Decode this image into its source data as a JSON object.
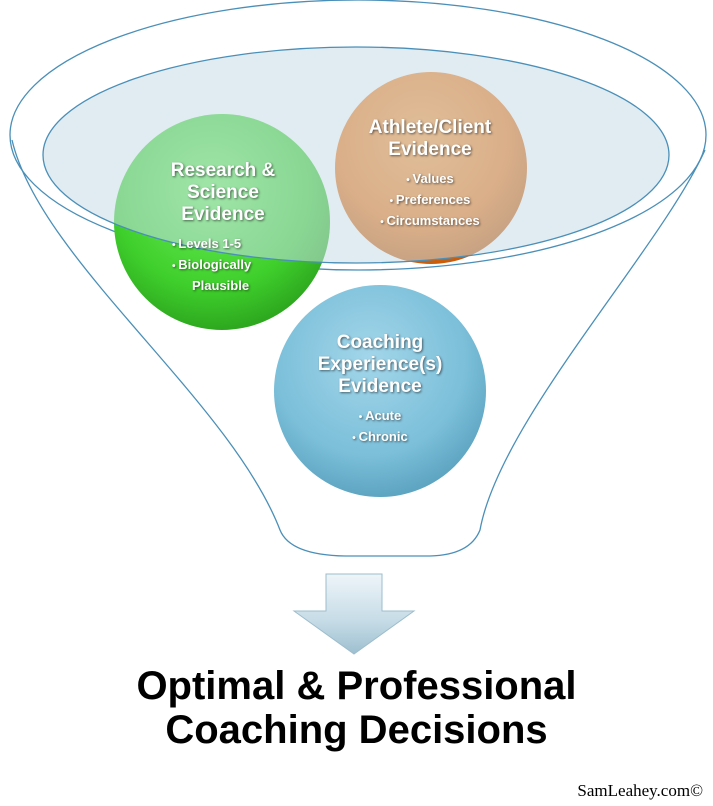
{
  "circles": {
    "research": {
      "title_lines": [
        "Research &",
        "Science",
        "Evidence"
      ],
      "bullets": [
        "Levels 1-5",
        "Biologically"
      ],
      "bullet_continuation": "Plausible",
      "color": "#4cd33a"
    },
    "athlete": {
      "title_lines": [
        "Athlete/Client",
        "Evidence"
      ],
      "bullets": [
        "Values",
        "Preferences",
        "Circumstances"
      ],
      "color": "#f07b1c"
    },
    "coaching": {
      "title_lines": [
        "Coaching",
        "Experience(s)",
        "Evidence"
      ],
      "bullets": [
        "Acute",
        "Chronic"
      ],
      "color": "#7fc2dc"
    }
  },
  "funnel": {
    "color": "#4a8fb8",
    "fill": "#cfe1ea"
  },
  "outcome": {
    "line1": "Optimal & Professional",
    "line2": "Coaching Decisions"
  },
  "copyright": "SamLeahey.com©"
}
